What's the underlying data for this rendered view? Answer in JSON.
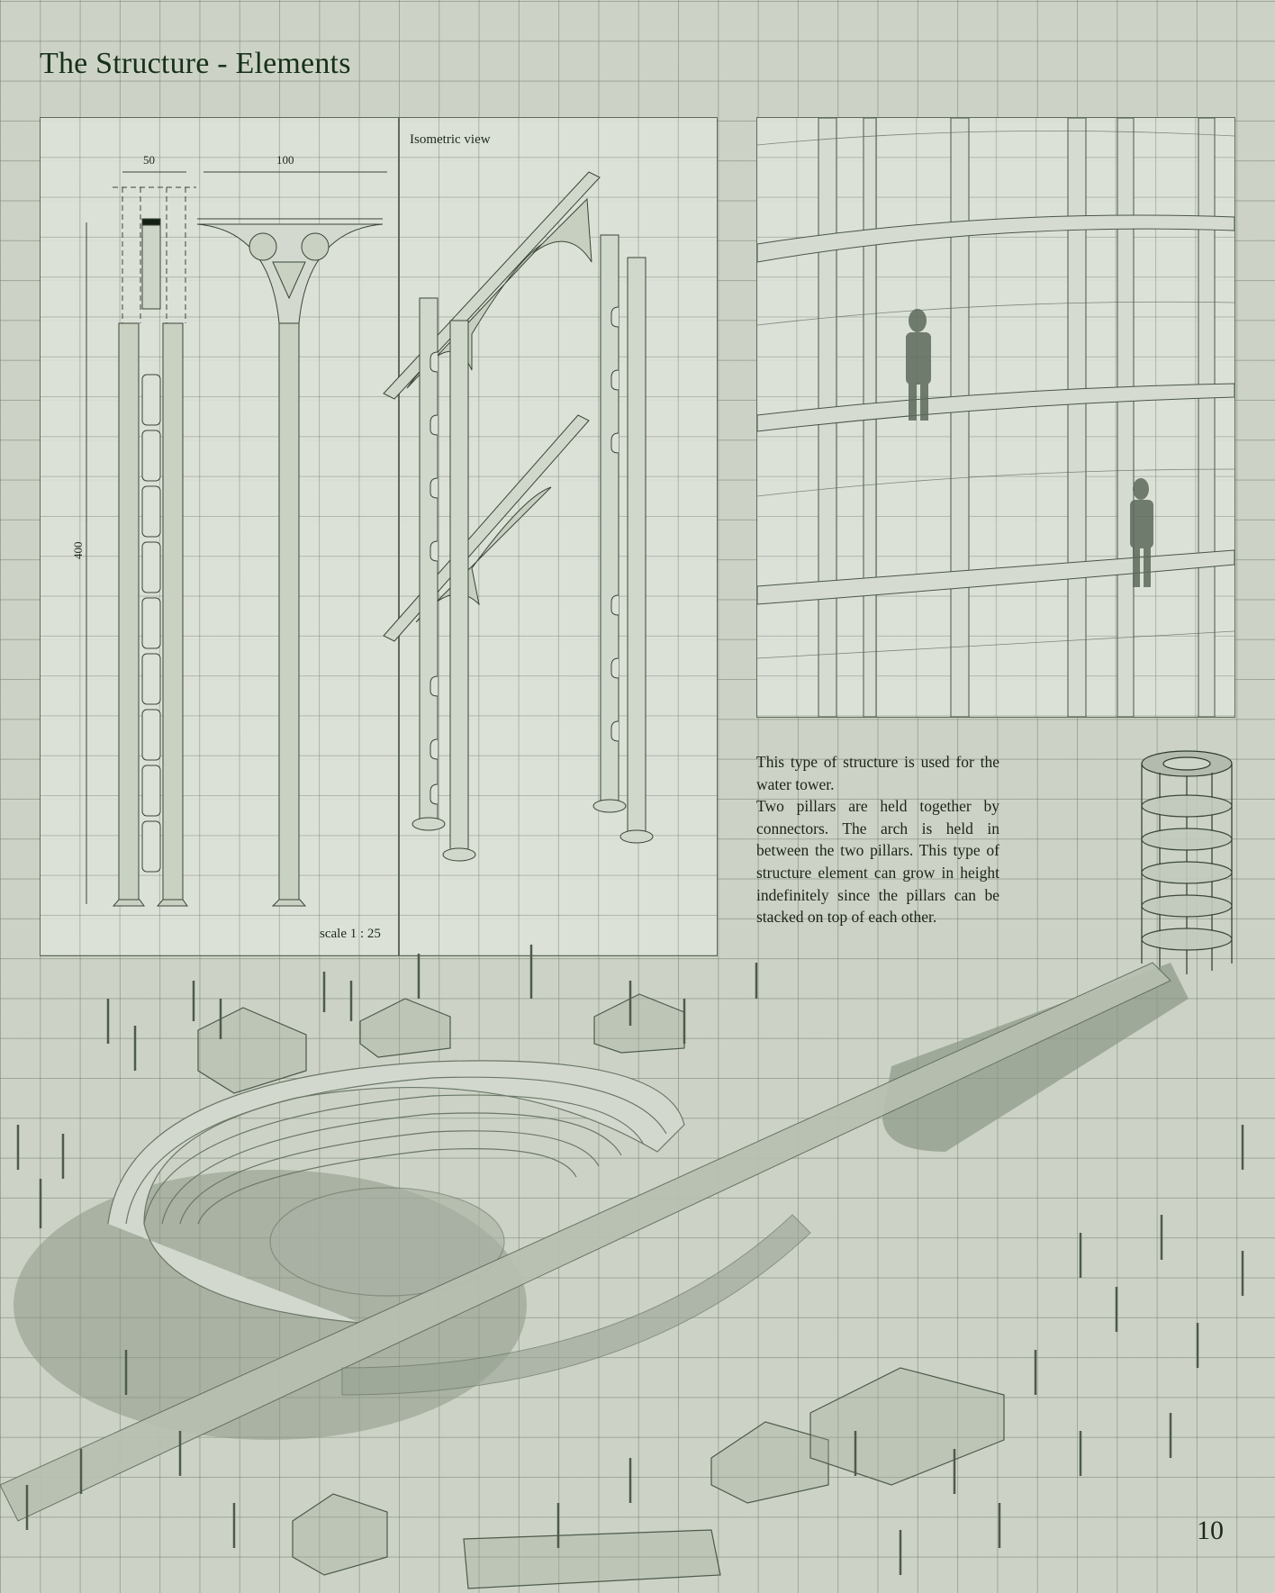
{
  "page": {
    "title": "The Structure - Elements",
    "page_number": "10",
    "colors": {
      "background": "#ccd3c6",
      "grid_line": "#a4ac9f",
      "panel_fill": "#dde2da",
      "ink": "#1c2a1a",
      "shadow": "#8c9787",
      "structure": "#6f7b6b"
    }
  },
  "elevation_drawing": {
    "dimensions": {
      "pillar_pair_width": "50",
      "arch_width": "100",
      "height": "400"
    },
    "scale_label": "scale 1 : 25"
  },
  "isometric_drawing": {
    "label": "Isometric view"
  },
  "render": {
    "description": "Perspective render of spiral walkway inside the water tower with two human figures"
  },
  "description": {
    "paragraphs": [
      "This type of structure is used for the water tower.",
      "Two pillars are held together by connectors. The arch is held in between the two pillars. This type of structure element can grow in height indefinitely since the pillars can be stacked on top of each other."
    ]
  },
  "site_drawing": {
    "description": "Isometric site overview: amphitheatre with curved seating, elevated walkway leading to the water tower, greenhouse pavilions and scattered pillars"
  }
}
